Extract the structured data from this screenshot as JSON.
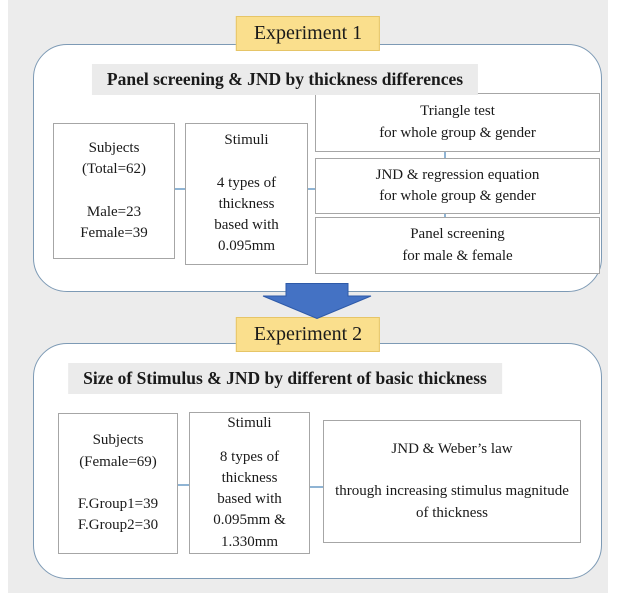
{
  "colors": {
    "canvas_bg": "#ECECEC",
    "panel_border": "#7D9AB5",
    "box_border": "#A6A6A6",
    "badge_bg": "#FADF8D",
    "badge_border": "#E6C567",
    "title_bg": "#EBEBEB",
    "arrow_fill": "#4472C4",
    "arrow_border": "#2E5AA8",
    "connector": "#8FB4D4"
  },
  "experiment1": {
    "badge_label": "Experiment 1",
    "title": "Panel screening & JND by thickness differences",
    "subjects_box": [
      "Subjects",
      "(Total=62)",
      "Male=23",
      "Female=39"
    ],
    "stimuli_box": [
      "Stimuli",
      "4 types of",
      "thickness",
      "based with",
      "0.095mm"
    ],
    "step_boxes": [
      [
        "Triangle test",
        "for whole group & gender"
      ],
      [
        "JND & regression equation",
        "for whole group & gender"
      ],
      [
        "Panel screening",
        "for male & female"
      ]
    ]
  },
  "experiment2": {
    "badge_label": "Experiment 2",
    "title": "Size of Stimulus & JND by different of basic thickness",
    "subjects_box": [
      "Subjects",
      "(Female=69)",
      "F.Group1=39",
      "F.Group2=30"
    ],
    "stimuli_box": [
      "Stimuli",
      "8 types of",
      "thickness",
      "based with",
      "0.095mm &",
      "1.330mm"
    ],
    "result_box": [
      "JND & Weber’s law",
      "through increasing stimulus magnitude",
      "of thickness"
    ]
  }
}
